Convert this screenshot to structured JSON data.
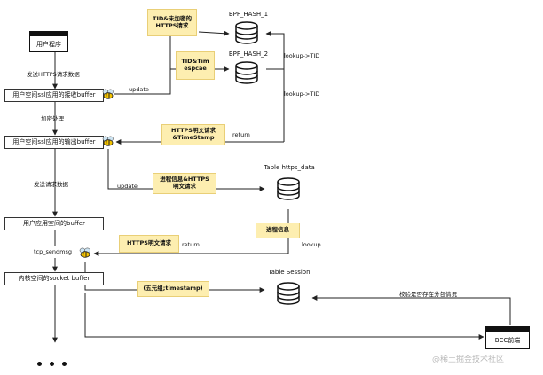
{
  "left_flow": {
    "user_program": "用户程序",
    "send_https": "发送HTTPS请求数据",
    "recv_buffer": "用户空间ssl应用的接收buffer",
    "encrypt": "加密处理",
    "out_buffer": "用户空间ssl应用的输出buffer",
    "send_req": "发送请求数据",
    "app_buffer": "用户应用空间的buffer",
    "tcp_sendmsg": "tcp_sendmsg",
    "kernel_buffer": "内核空间的socket buffer"
  },
  "notes": {
    "tid_unencrypted": "TID&未加密的\nHTTPS请求",
    "tid_timestamp": "TID&Tim\nespcae",
    "https_cipher_ts": "HTTPS明文请求\n&TimeStamp",
    "process_info": "进程信息&HTTPS\n明文请求",
    "process_info_short": "进程信息",
    "https_cipher_req": "HTTPS明文请求",
    "five_tuple": "(五元组;timestamp)"
  },
  "edges": {
    "update1": "update",
    "return1": "return",
    "update2": "update",
    "return2": "return",
    "lookup_tid_1": "lookup->TID",
    "lookup_tid_2": "lookup->TID",
    "lookup": "lookup",
    "check_session": "校验是否存在分包情况"
  },
  "databases": {
    "hash1": "BPF_HASH_1",
    "hash2": "BPF_HASH_2",
    "https_data": "Table https_data",
    "session": "Table Session"
  },
  "bcc": "BCC前端",
  "watermark": "@稀土掘金技术社区",
  "icons": [
    "bee-icon",
    "database-icon",
    "window-icon"
  ]
}
